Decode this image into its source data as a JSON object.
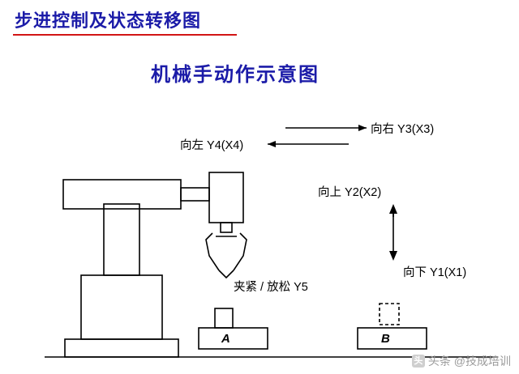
{
  "page": {
    "title": "步进控制及状态转移图",
    "subtitle": "机械手动作示意图",
    "accent_color": "#1b1ba8",
    "rule_color": "#d21515",
    "line_color": "#000000",
    "background": "#ffffff"
  },
  "labels": {
    "right": "向右 Y3(X3)",
    "left": "向左 Y4(X4)",
    "up": "向上 Y2(X2)",
    "down": "向下 Y1(X1)",
    "grip": "夹紧 / 放松 Y5"
  },
  "blocks": {
    "a": "A",
    "b": "B"
  },
  "watermark": {
    "badge": "头",
    "text": "头条 @技成培训"
  },
  "diagram_data": {
    "type": "schematic",
    "description": "机械手动作示意图：带夹爪的机械手在基座上，可左右、上下移动并夹紧/放松工件，将工件由 A 位搬运至 B 位",
    "motions": [
      {
        "name": "向右",
        "output": "Y3",
        "input": "X3",
        "direction": "right"
      },
      {
        "name": "向左",
        "output": "Y4",
        "input": "X4",
        "direction": "left"
      },
      {
        "name": "向上",
        "output": "Y2",
        "input": "X2",
        "direction": "up"
      },
      {
        "name": "向下",
        "output": "Y1",
        "input": "X1",
        "direction": "down"
      },
      {
        "name": "夹紧/放松",
        "output": "Y5",
        "input": "",
        "direction": "grip"
      }
    ],
    "stations": [
      "A",
      "B"
    ]
  }
}
